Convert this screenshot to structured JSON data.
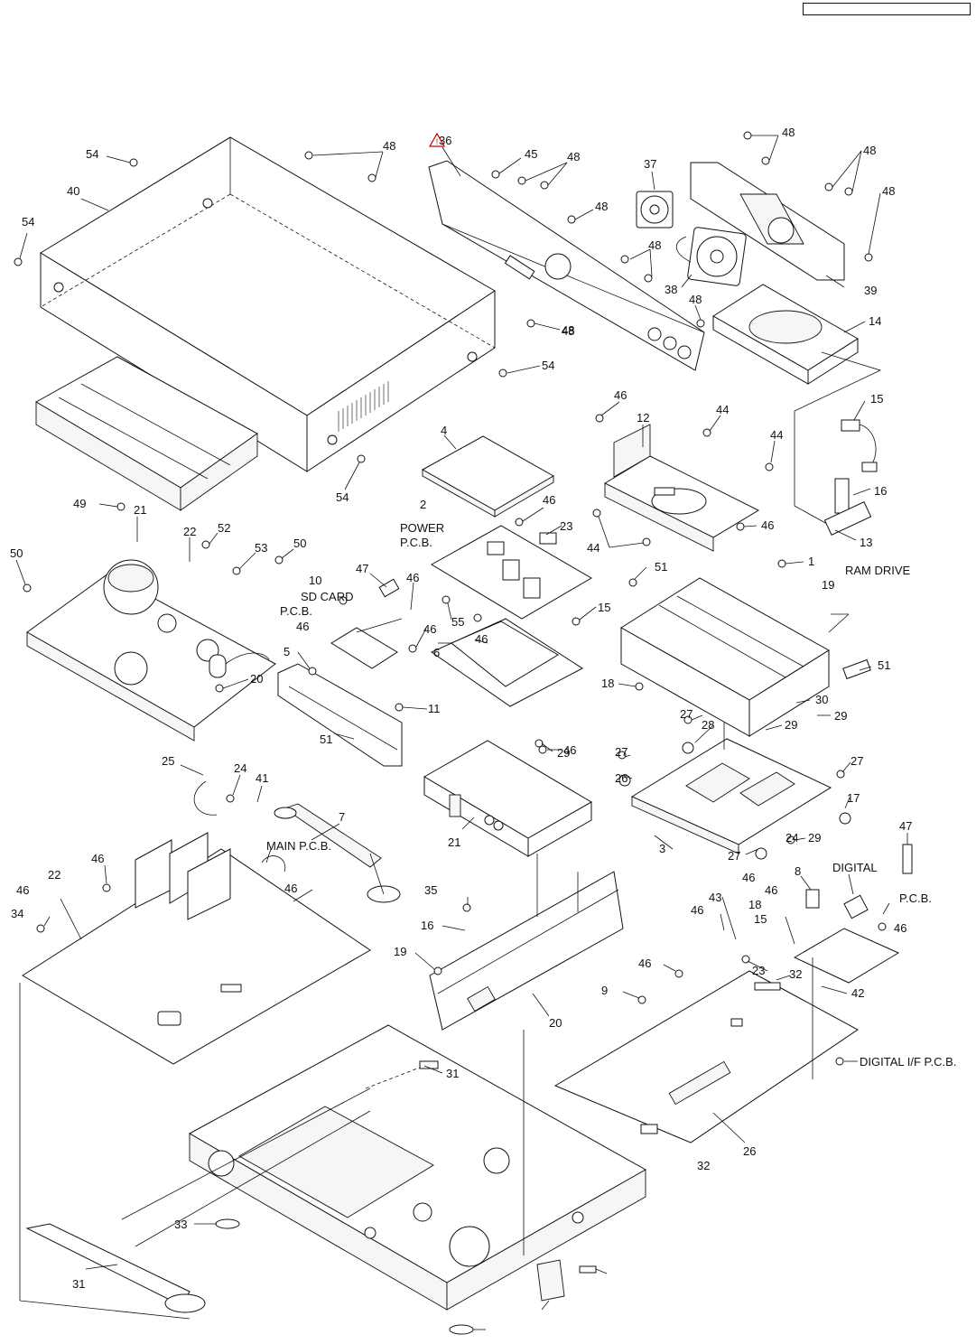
{
  "parts": [
    {
      "id": "p1",
      "num": "1",
      "name": "RAM DRIVE"
    },
    {
      "id": "p2",
      "num": "2",
      "name": "POWER P.C.B."
    },
    {
      "id": "p7",
      "num": "7",
      "name": "MAIN P.C.B."
    },
    {
      "id": "p8",
      "num": "8",
      "name": "DIGITAL P.C.B."
    },
    {
      "id": "p9",
      "num": "9",
      "name": "DIGITAL I/F P.C.B."
    },
    {
      "id": "p10",
      "num": "10",
      "name": "SD CARD P.C.B."
    }
  ],
  "callouts": [
    "54",
    "48",
    "54",
    "48",
    "40",
    "36",
    "45",
    "48",
    "48",
    "37",
    "48",
    "48",
    "48",
    "48",
    "38",
    "48",
    "39",
    "14",
    "48",
    "54",
    "54",
    "15",
    "16",
    "13",
    "4",
    "46",
    "12",
    "44",
    "44",
    "44",
    "46",
    "2",
    "POWER",
    "P.C.B.",
    "46",
    "23",
    "15",
    "55",
    "49",
    "21",
    "22",
    "52",
    "53",
    "50",
    "50",
    "20",
    "47",
    "46",
    "10",
    "SD CARD",
    "P.C.B.",
    "46",
    "46",
    "5",
    "6",
    "46",
    "11",
    "51",
    "51",
    "1",
    "RAM DRIVE",
    "19",
    "51",
    "18",
    "30",
    "29",
    "27",
    "28",
    "29",
    "27",
    "26",
    "46",
    "29",
    "27",
    "17",
    "29",
    "27",
    "3",
    "24",
    "46",
    "21",
    "25",
    "24",
    "41",
    "7",
    "MAIN P.C.B.",
    "46",
    "22",
    "46",
    "34",
    "46",
    "35",
    "16",
    "19",
    "20",
    "47",
    "8",
    "DIGITAL",
    "P.C.B.",
    "46",
    "18",
    "15",
    "46",
    "46",
    "43",
    "23",
    "46",
    "42",
    "32",
    "9",
    "DIGITAL I/F P.C.B.",
    "31",
    "26",
    "32",
    "33",
    "31"
  ],
  "icons": {
    "warning": "warning-triangle-icon"
  }
}
